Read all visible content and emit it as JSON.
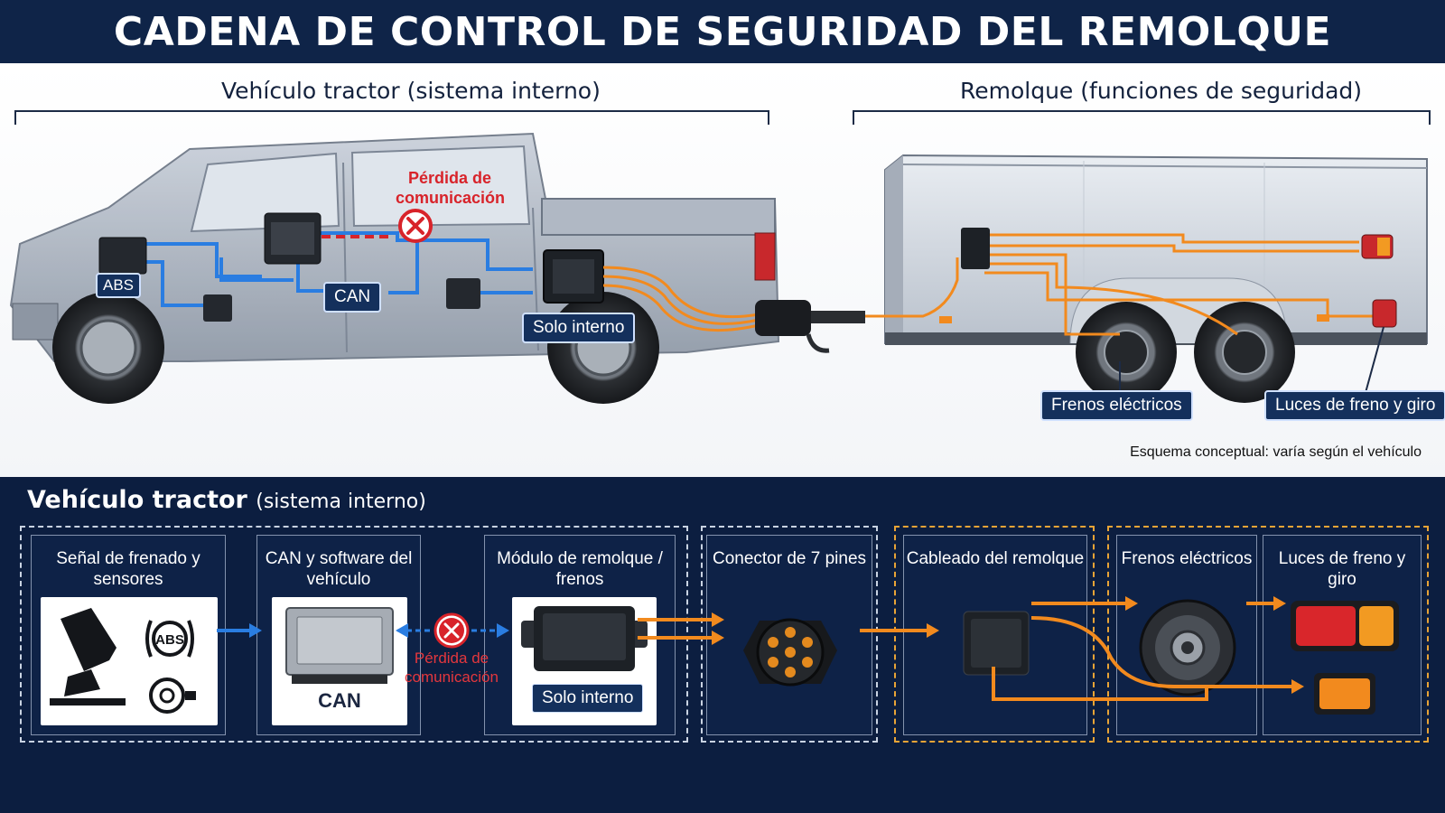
{
  "title": "CADENA DE CONTROL DE SEGURIDAD DEL REMOLQUE",
  "top": {
    "tractor_heading": "Vehículo tractor (sistema interno)",
    "trailer_heading": "Remolque (funciones de seguridad)",
    "labels": {
      "abs": "ABS",
      "can": "CAN",
      "solo_interno": "Solo interno",
      "loss": "Pérdida de comunicación",
      "frenos": "Frenos eléctricos",
      "luces": "Luces de freno y giro"
    },
    "note": "Esquema conceptual: varía según el vehículo"
  },
  "bottom": {
    "heading": "Vehículo tractor",
    "heading_sub": "(sistema interno)",
    "boxes": [
      {
        "title": "Señal de frenado y sensores"
      },
      {
        "title": "CAN y software del vehículo",
        "caption": "CAN"
      },
      {
        "title": "Módulo de remolque / frenos",
        "badge": "Solo interno"
      },
      {
        "title": "Conector de 7 pines"
      },
      {
        "title": "Cableado del remolque"
      },
      {
        "title": "Frenos eléctricos"
      },
      {
        "title": "Luces de freno y giro"
      }
    ],
    "abs_text": "ABS",
    "loss_text": "Pérdida de comunicación"
  },
  "colors": {
    "navy": "#0f2448",
    "can_blue": "#2a7de1",
    "power_orange": "#f28a1e",
    "error_red": "#d8232a"
  }
}
